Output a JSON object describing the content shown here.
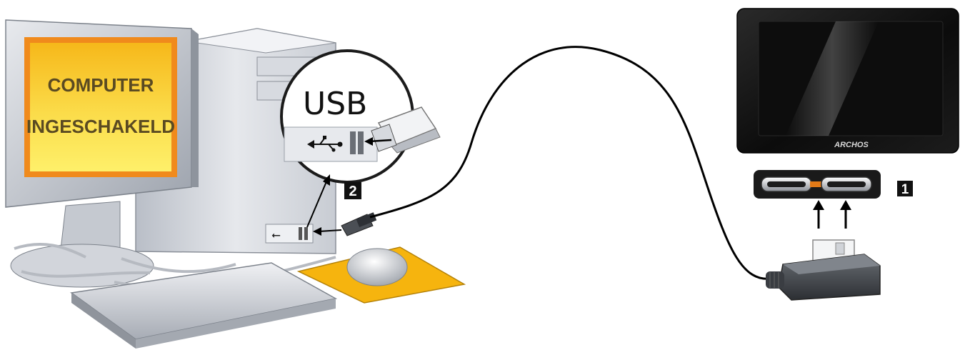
{
  "computer": {
    "screen_line1": "COMPUTER",
    "screen_line2": "INGESCHAKELD"
  },
  "usb_callout": {
    "label": "USB"
  },
  "device": {
    "brand": "ARCHOS"
  },
  "steps": {
    "step1": "1",
    "step2": "2"
  },
  "colors": {
    "screen_yellow": "#f7c51a",
    "screen_orange_frame": "#f08a1c",
    "screen_text": "#5a4a22",
    "mousepad": "#f6b40e",
    "device_body": "#111111",
    "cable": "#000000"
  }
}
